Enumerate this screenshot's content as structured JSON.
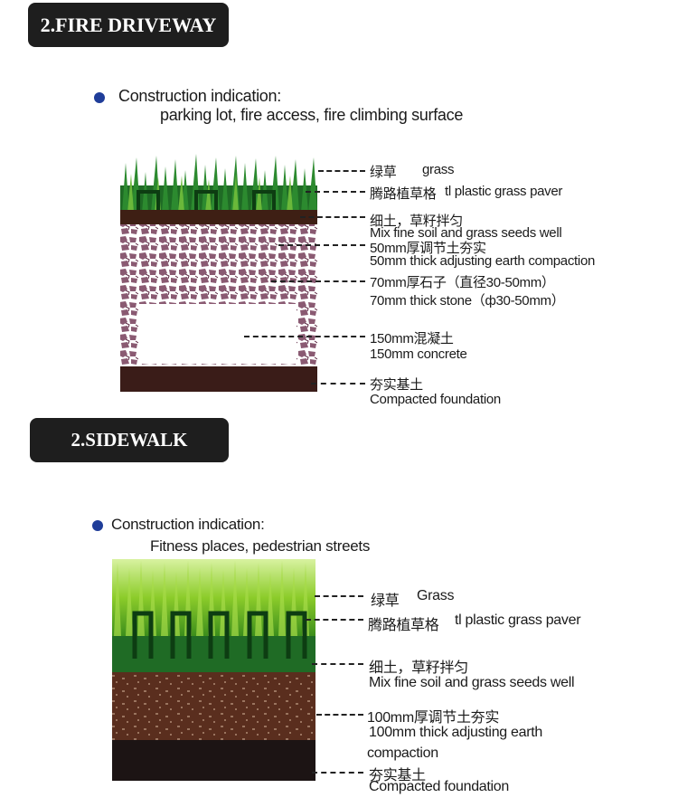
{
  "sections": [
    {
      "header": "2.FIRE DRIVEWAY",
      "indication_title": "Construction indication:",
      "indication_text": "parking lot, fire access, fire climbing surface",
      "labels": [
        {
          "cn": "绿草",
          "en": "grass"
        },
        {
          "cn": "腾路植草格",
          "en": "tl plastic grass paver"
        },
        {
          "cn": "细土，草籽拌匀",
          "en": "Mix fine soil and grass seeds well"
        },
        {
          "cn": "50mm厚调节土夯实",
          "en": "50mm thick adjusting earth compaction"
        },
        {
          "cn": "70mm厚石子（直径30-50mm）",
          "en": "70mm thick stone（ф30-50mm）"
        },
        {
          "cn": "150mm混凝土",
          "en": "150mm concrete"
        },
        {
          "cn": "夯实基土",
          "en": "Compacted foundation"
        }
      ]
    },
    {
      "header": "2.SIDEWALK",
      "indication_title": "Construction indication:",
      "indication_text": "Fitness places, pedestrian streets",
      "labels": [
        {
          "cn": "绿草",
          "en": "Grass"
        },
        {
          "cn": "腾路植草格",
          "en": "tl plastic grass paver"
        },
        {
          "cn": "细土，草籽拌匀",
          "en": "Mix fine soil and grass seeds well"
        },
        {
          "cn": "100mm厚调节土夯实",
          "en": "100mm thick adjusting earth",
          "en2": "compaction"
        },
        {
          "cn": "夯实基土",
          "en": "Compacted foundation"
        }
      ]
    }
  ],
  "colors": {
    "header_bg": "#1e1e1e",
    "bullet": "#1f3d99",
    "grass_dark": "#1f6b25",
    "grass_light": "#8ccc2a",
    "soil_brown": "#5a2e1e",
    "stone": "#8a5a72",
    "foundation": "#3a1c18"
  }
}
